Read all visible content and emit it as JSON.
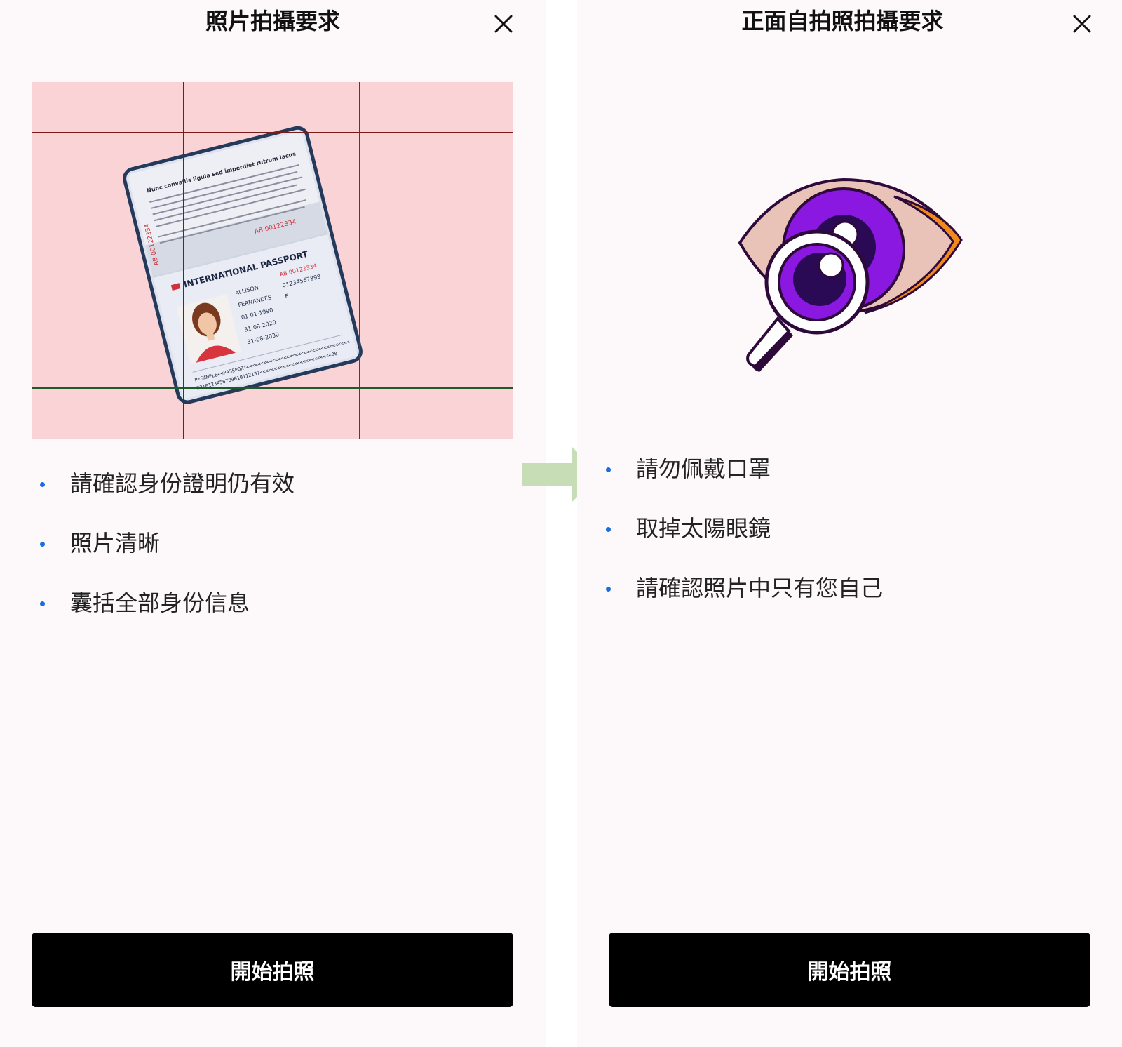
{
  "colors": {
    "background": "#fdf8fa",
    "bullet": "#1a6fe0",
    "button": "#000000",
    "passport_bg": "#f9d3d6",
    "arrow": "#c6ddb6",
    "iris": "#8a18e0",
    "eye_outline": "#2d0a3a",
    "eye_rim": "#f28a1b"
  },
  "left_panel": {
    "title": "照片拍攝要求",
    "close_icon": "close-icon",
    "illustration": {
      "icon": "passport-illustration",
      "passport_header": "Nunc convallis ligula sed imperdiet rutrum lacus",
      "passport_number": "AB 00122334",
      "passport_title": "INTERNATIONAL PASSPORT",
      "surname": "ALLISON",
      "given_names": "FERNANDES",
      "date_of_birth": "01-01-1990",
      "date_of_issue": "31-08-2020",
      "date_of_expiry": "31-08-2030",
      "personal_no": "01234567899",
      "sex": "F",
      "mrz_line1": "P<SAMPLE<<PASSPORT<<<<<<<<<<<<<<<<<<<<<<<<<<<<<<<<<<<<",
      "mrz_line2": "3210123456789010112137<<<<<<<<<<<<<<<<<<<<<<<<<00"
    },
    "bullets": [
      "請確認身份證明仍有效",
      "照片清晰",
      "囊括全部身份信息"
    ],
    "button_label": "開始拍照"
  },
  "right_panel": {
    "title": "正面自拍照拍攝要求",
    "close_icon": "close-icon",
    "illustration": {
      "icon": "eye-magnifier-illustration"
    },
    "bullets": [
      "請勿佩戴口罩",
      "取掉太陽眼鏡",
      "請確認照片中只有您自己"
    ],
    "button_label": "開始拍照"
  },
  "flow_arrow_icon": "right-arrow-icon"
}
